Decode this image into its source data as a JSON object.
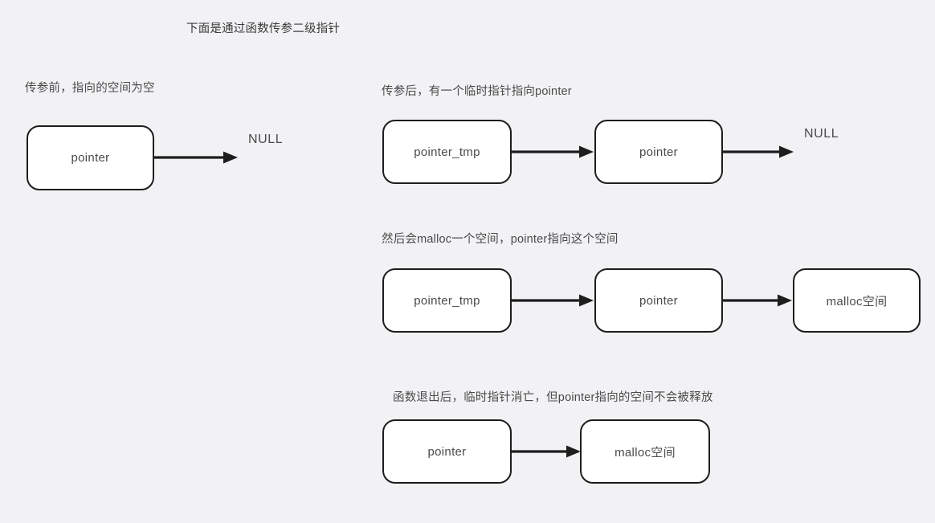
{
  "page": {
    "background_color": "#f2f2f5",
    "node_fill": "#ffffff",
    "node_stroke": "#1d1d1d",
    "text_color": "#4a4a4a"
  },
  "title": "下面是通过函数传参二级指针",
  "sections": [
    {
      "id": "before-pass",
      "caption": "传参前，指向的空间为空",
      "nodes": [
        {
          "label": "pointer"
        }
      ],
      "terminal": "NULL"
    },
    {
      "id": "after-pass",
      "caption": "传参后，有一个临时指针指向pointer",
      "nodes": [
        {
          "label": "pointer_tmp"
        },
        {
          "label": "pointer"
        }
      ],
      "terminal": "NULL"
    },
    {
      "id": "after-malloc",
      "caption": "然后会malloc一个空间，pointer指向这个空间",
      "nodes": [
        {
          "label": "pointer_tmp"
        },
        {
          "label": "pointer"
        },
        {
          "label": "malloc空间"
        }
      ],
      "terminal": ""
    },
    {
      "id": "after-return",
      "caption": "函数退出后，临时指针消亡，但pointer指向的空间不会被释放",
      "nodes": [
        {
          "label": "pointer"
        },
        {
          "label": "malloc空间"
        }
      ],
      "terminal": ""
    }
  ]
}
